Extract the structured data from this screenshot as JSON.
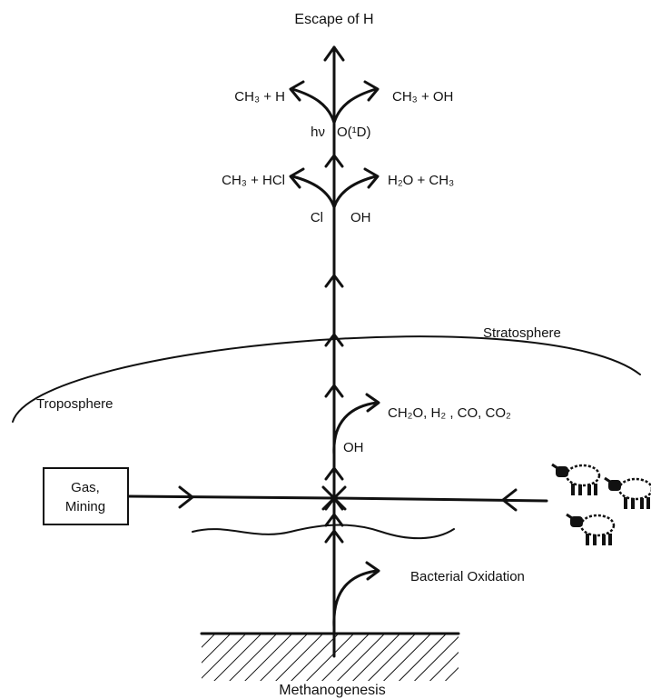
{
  "labels": {
    "escape": "Escape of H",
    "ch3_h": "CH₃ + H",
    "ch3_oh": "CH₃ + OH",
    "hv": "hν",
    "o1d": "O(¹D)",
    "ch3_hcl": "CH₃ + HCl",
    "h2o_ch3": "H₂O + CH₃",
    "cl": "Cl",
    "oh_upper": "OH",
    "stratosphere": "Stratosphere",
    "troposphere": "Troposphere",
    "tropo_products": "CH₂O, H₂ , CO, CO₂",
    "oh_lower": "OH",
    "gas": "Gas,",
    "mining": "Mining",
    "bacterial": "Bacterial Oxidation",
    "methanogenesis": "Methanogenesis"
  },
  "icons": [
    "sheep-icon",
    "sheep-icon",
    "sheep-icon"
  ]
}
